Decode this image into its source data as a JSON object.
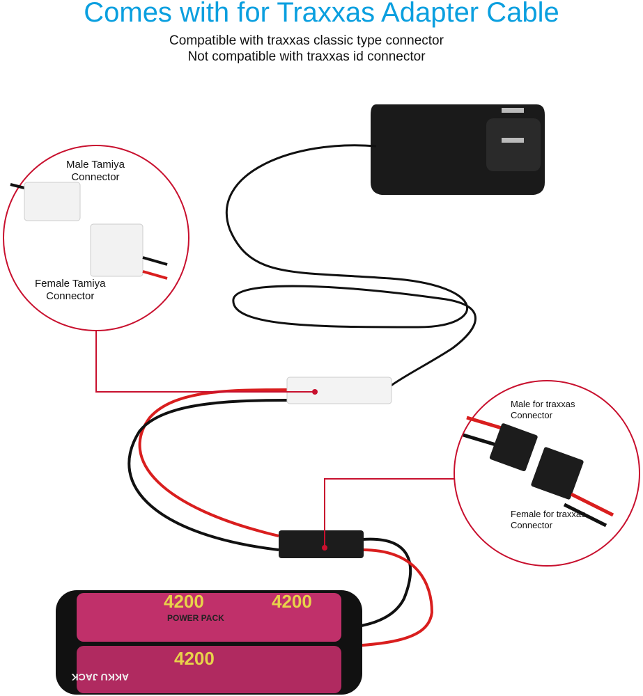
{
  "header": {
    "title": "Comes with for Traxxas Adapter Cable",
    "subtitle_line1": "Compatible with traxxas classic type connector",
    "subtitle_line2": "Not compatible with traxxas id connector"
  },
  "callouts": {
    "tamiya": {
      "male_line1": "Male Tamiya",
      "male_line2": "Connector",
      "female_line1": "Female Tamiya",
      "female_line2": "Connector"
    },
    "traxxas": {
      "male_line1": "Male for traxxas",
      "male_line2": "Connector",
      "female_line1": "Female for traxxas",
      "female_line2": "Connector"
    }
  },
  "battery": {
    "capacity": "4200",
    "brand": "POWER PACK",
    "maker": "AKKU JACK"
  },
  "colors": {
    "title": "#0a9fdf",
    "callout_line": "#c8102e",
    "wire_red": "#d91e1e",
    "wire_black": "#111111",
    "battery_pink": "#c0306a",
    "battery_yellow": "#e8d24a"
  }
}
